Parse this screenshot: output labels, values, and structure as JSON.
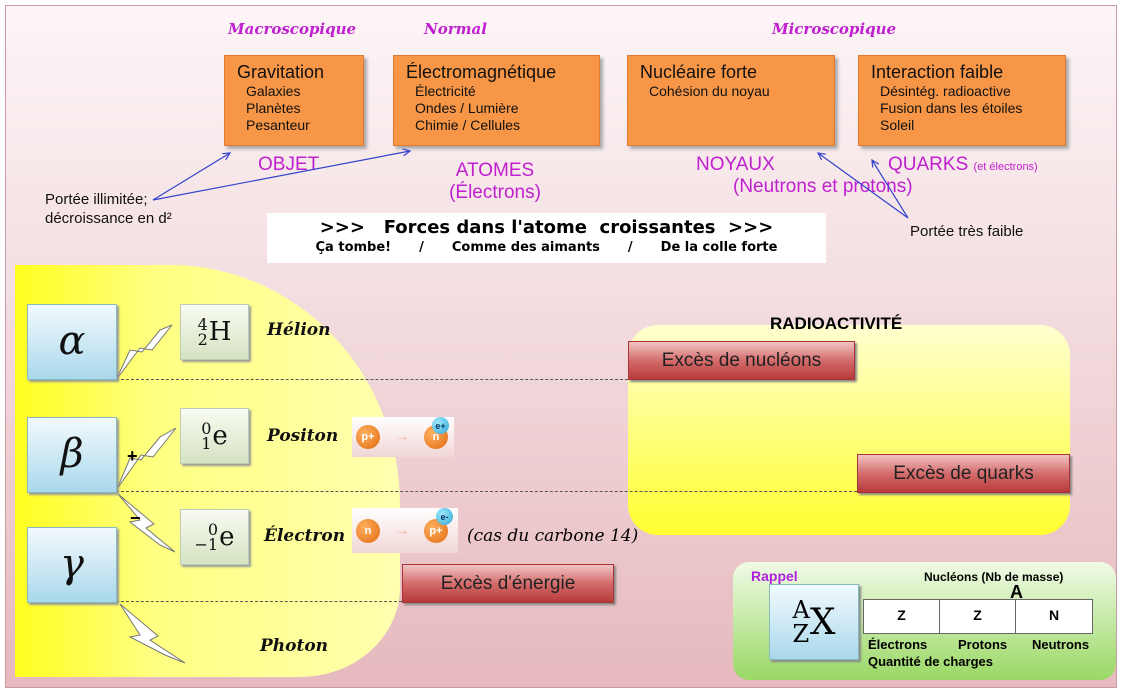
{
  "scales": {
    "macro": "Macroscopique",
    "normal": "Normal",
    "micro": "Microscopique"
  },
  "forces": [
    {
      "title": "Gravitation",
      "items": [
        "Galaxies",
        "Planètes",
        "Pesanteur"
      ]
    },
    {
      "title": "Électromagnétique",
      "items": [
        "Électricité",
        "Ondes / Lumière",
        "Chimie / Cellules"
      ]
    },
    {
      "title": "Nucléaire forte",
      "items": [
        "Cohésion du noyau"
      ]
    },
    {
      "title": "Interaction faible",
      "items": [
        "Désintég. radioactive",
        "Fusion dans les étoiles",
        "Soleil"
      ]
    }
  ],
  "domains": {
    "objet": "OBJET",
    "atomes": "ATOMES",
    "atomes_sub": "(Électrons)",
    "noyaux": "NOYAUX",
    "noyaux_sub": "(Neutrons et protons)",
    "quarks": "QUARKS",
    "quarks_sub": "(et électrons)"
  },
  "notes": {
    "range_unlimited_1": "Portée illimitée;",
    "range_unlimited_2": "décroissance en d²",
    "range_weak": "Portée très faible"
  },
  "banner": {
    "title": ">>>   Forces dans l'atome  croissantes  >>>",
    "sub1": "Ça tombe!",
    "sep": "/",
    "sub2": "Comme des aimants",
    "sub3": "De la colle forte"
  },
  "radiations": [
    {
      "symbol": "α",
      "mass": "4",
      "charge": "2",
      "element": "H",
      "label": "Hélion"
    },
    {
      "symbol": "β",
      "mass": "0",
      "charge": "1",
      "element": "e",
      "label": "Positon",
      "sign": "+"
    },
    {
      "symbol": "γ",
      "mass": "0",
      "charge": "−1",
      "element": "e",
      "label": "Électron",
      "sign": "−"
    }
  ],
  "photon": "Photon",
  "reactions": {
    "positon": {
      "from": "p+",
      "to": "n",
      "emit": "e+"
    },
    "electron": {
      "from": "n",
      "to": "p+",
      "emit": "e-"
    },
    "note": "(cas du carbone 14)"
  },
  "radioactivity": {
    "title": "RADIOACTIVITÉ",
    "nucleons": "Excès de nucléons",
    "quarks": "Excès de quarks",
    "energy": "Excès d'énergie"
  },
  "rappel": {
    "title": "Rappel",
    "mass": "A",
    "charge": "Z",
    "element": "X",
    "nucleons": "Nucléons (Nb de masse)",
    "a": "A",
    "cells": [
      "Z",
      "Z",
      "N"
    ],
    "labels": [
      "Électrons",
      "Protons",
      "Neutrons"
    ],
    "charges": "Quantité de charges"
  }
}
